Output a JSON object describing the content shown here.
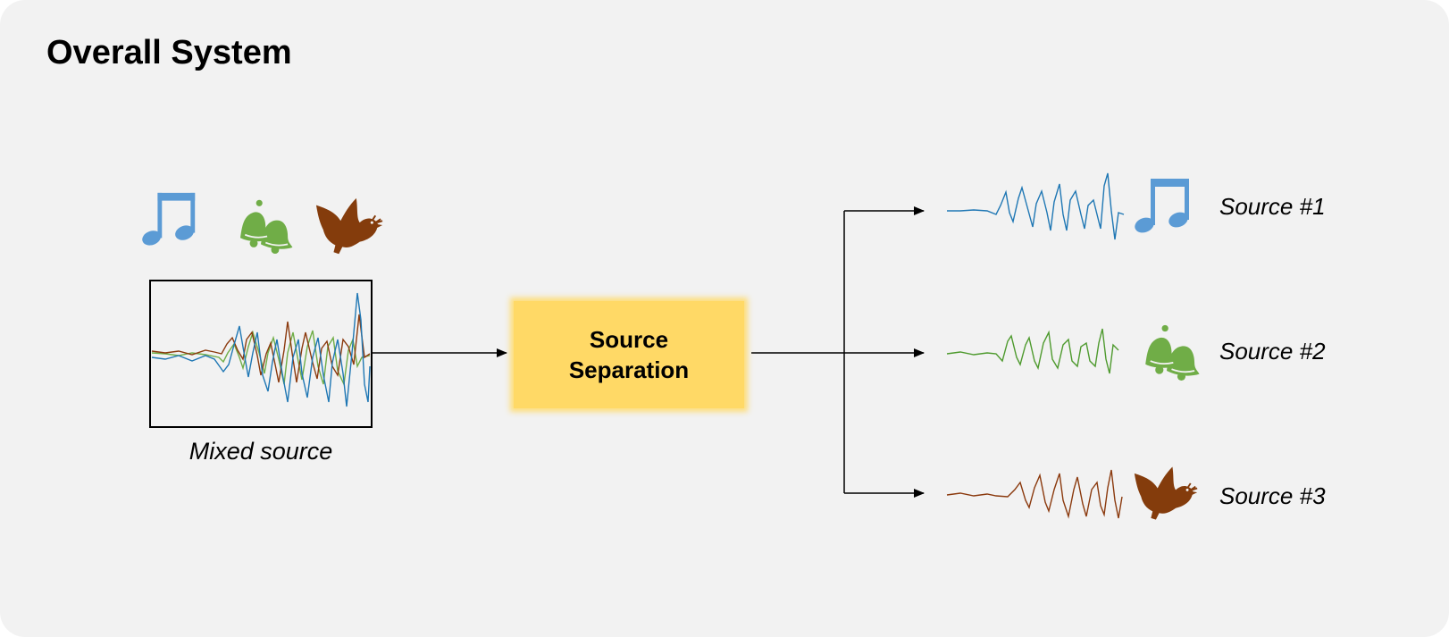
{
  "title": "Overall System",
  "input": {
    "label": "Mixed source",
    "icons": [
      "music-note-icon",
      "bells-icon",
      "dove-icon"
    ]
  },
  "process": {
    "label": "Source Separation",
    "color": "#ffd966"
  },
  "outputs": [
    {
      "label": "Source #1",
      "icon": "music-note-icon",
      "color": "#1f77b4"
    },
    {
      "label": "Source #2",
      "icon": "bells-icon",
      "color": "#4e9a2e"
    },
    {
      "label": "Source #3",
      "icon": "dove-icon",
      "color": "#8b3a0e"
    }
  ],
  "colors": {
    "panel": "#f2f2f2",
    "music": "#5b9bd5",
    "bells": "#70ad47",
    "dove": "#843c0c"
  }
}
